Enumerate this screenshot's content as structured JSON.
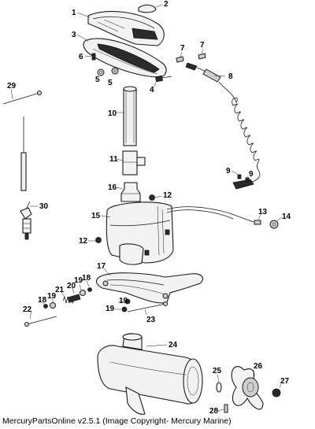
{
  "callouts": {
    "c1": "1",
    "c2": "2",
    "c3": "3",
    "c4": "4",
    "c5a": "5",
    "c5b": "5",
    "c6": "6",
    "c7a": "7",
    "c7b": "7",
    "c8": "8",
    "c9a": "9",
    "c9b": "9",
    "c10": "10",
    "c11": "11",
    "c12a": "12",
    "c12b": "12",
    "c13": "13",
    "c14": "14",
    "c15": "15",
    "c16": "16",
    "c17": "17",
    "c18a": "18",
    "c18b": "18",
    "c19a": "19",
    "c19b": "19",
    "c19c": "19",
    "c19d": "19",
    "c20": "20",
    "c21": "21",
    "c22": "22",
    "c23": "23",
    "c24": "24",
    "c25": "25",
    "c26": "26",
    "c27": "27",
    "c28": "28",
    "c29": "29",
    "c30": "30"
  },
  "caption": "MercuryPartsOnline v2.5.1 (Image Copyright- Mercury Marine)"
}
